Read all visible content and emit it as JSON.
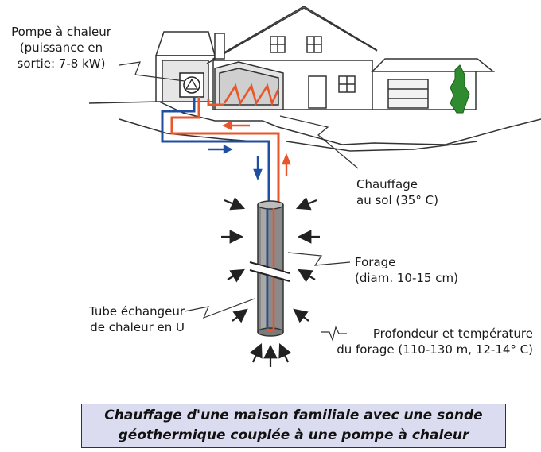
{
  "labels": {
    "heat_pump": [
      "Pompe à chaleur",
      "(puissance en",
      "sortie: 7-8 kW)"
    ],
    "floor_heating": [
      "Chauffage",
      "au sol (35° C)"
    ],
    "borehole": [
      "Forage",
      "(diam. 10-15 cm)"
    ],
    "u_tube": [
      "Tube échangeur",
      "de chaleur en U"
    ],
    "depth": [
      "Profondeur et température",
      "du forage (110-130 m, 12-14° C)"
    ]
  },
  "caption": [
    "Chauffage d'une maison familiale avec une sonde",
    "géothermique couplée à  une pompe à chaleur"
  ],
  "colors": {
    "hot_pipe": "#e8562a",
    "cold_pipe": "#1f4fa0",
    "caption_bg": "#dcdcf0",
    "outline": "#333333",
    "shrub": "#2e8b2e"
  }
}
